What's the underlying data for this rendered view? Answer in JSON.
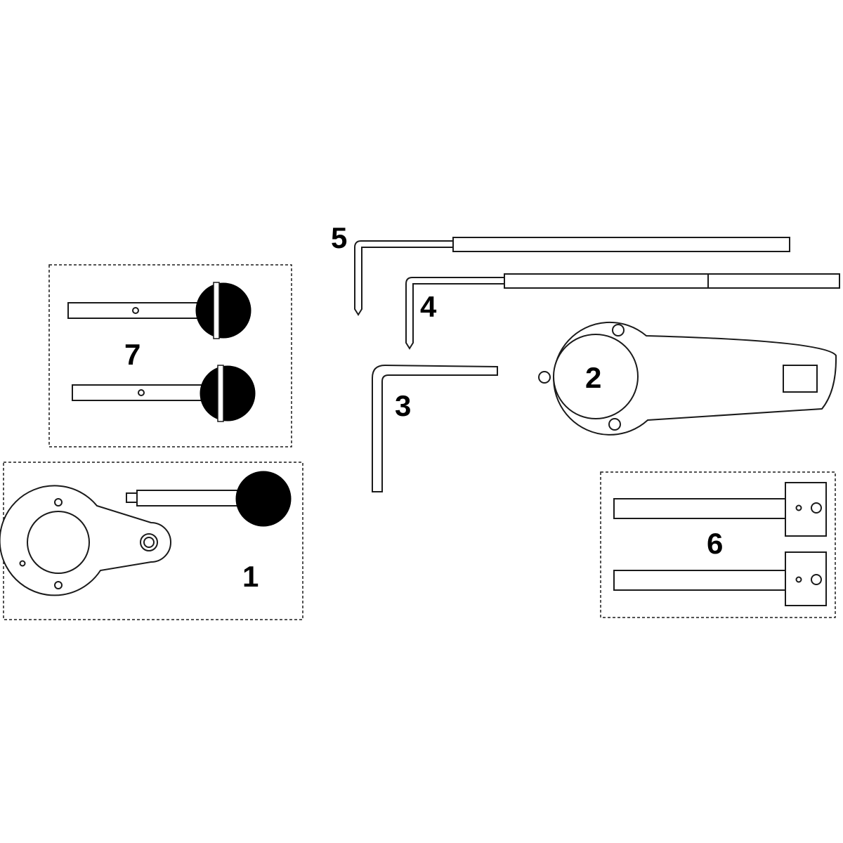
{
  "labels": {
    "tool1": "1",
    "tool2": "2",
    "tool3": "3",
    "tool4": "4",
    "tool5": "5",
    "tool6": "6",
    "tool7": "7"
  },
  "colors": {
    "line": "#1a1a1a",
    "fill": "#ffffff",
    "solid": "#000000"
  }
}
